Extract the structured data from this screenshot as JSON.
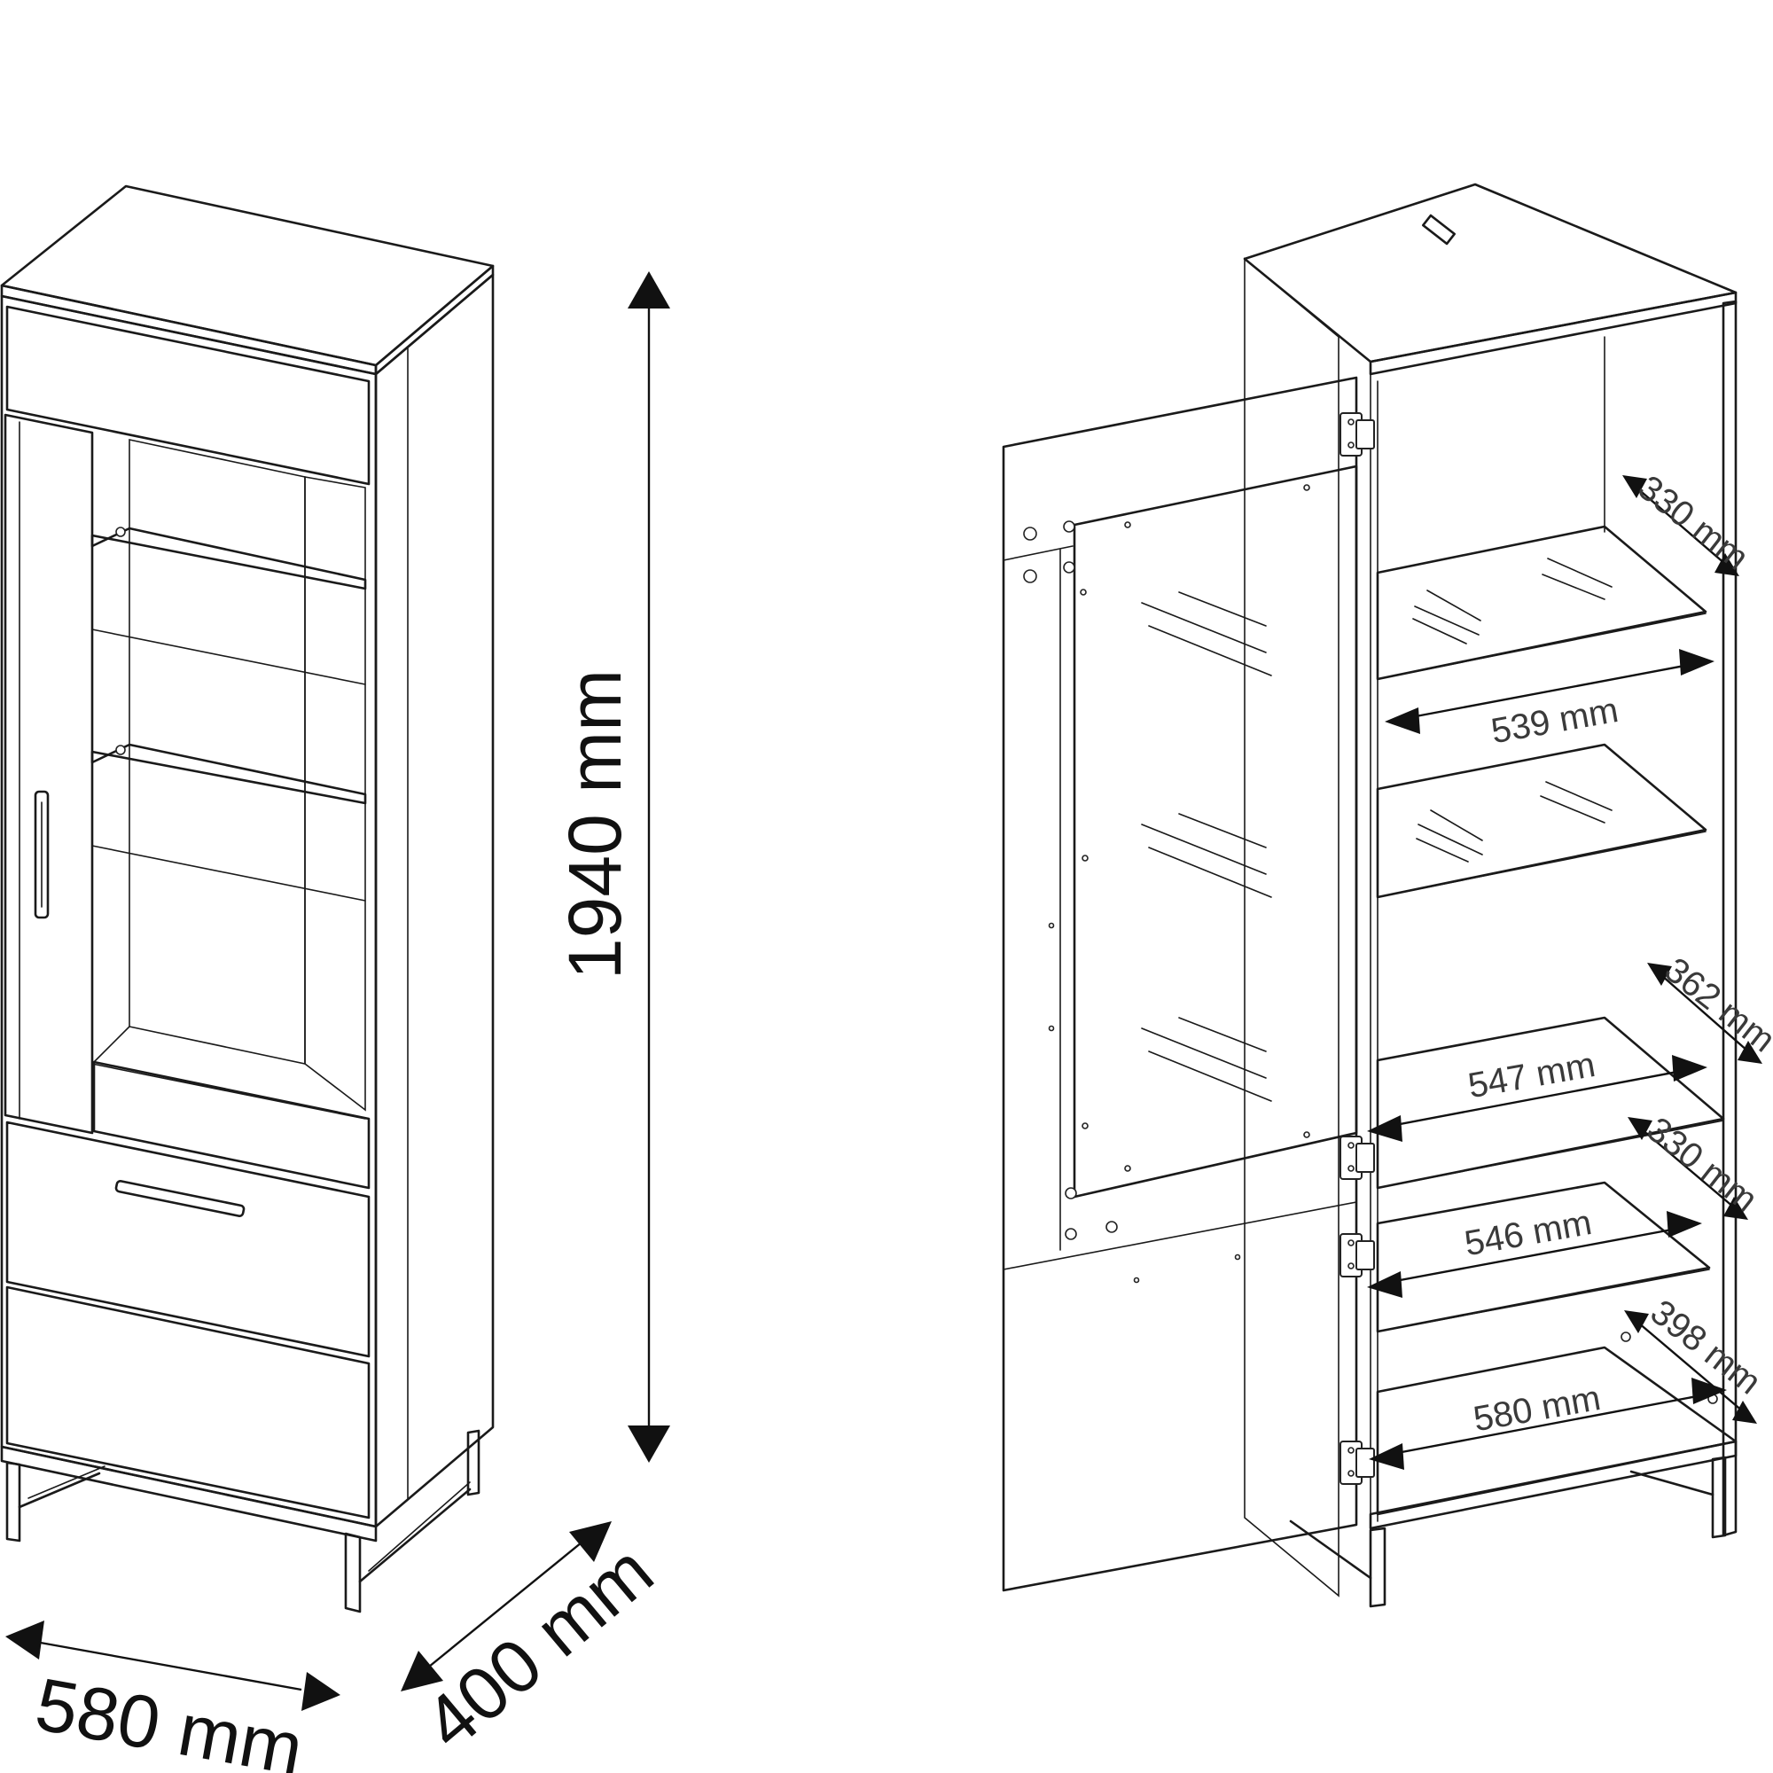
{
  "dimensions": {
    "height": "1940 mm",
    "width": "580 mm",
    "depth": "400 mm"
  },
  "interior": {
    "depth_top": "330 mm",
    "width_top_shelf": "539 mm",
    "depth_middle": "362 mm",
    "width_middle": "547 mm",
    "depth_lower": "330 mm",
    "width_lower": "546 mm",
    "depth_bottom": "398 mm",
    "width_bottom": "580 mm"
  },
  "colors": {
    "line": "#1a1a1a",
    "background": "#ffffff"
  }
}
